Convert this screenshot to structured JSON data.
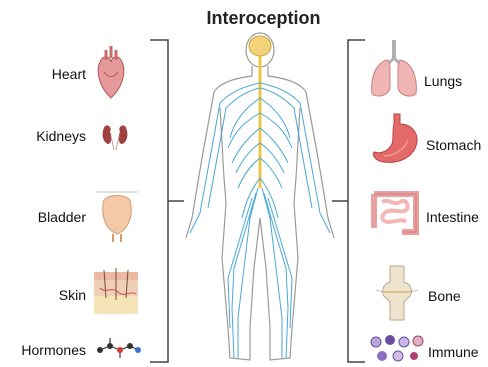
{
  "title": "Interoception",
  "left_organs": [
    {
      "label": "Heart",
      "icon": "heart-icon"
    },
    {
      "label": "Kidneys",
      "icon": "kidneys-icon"
    },
    {
      "label": "Bladder",
      "icon": "bladder-icon"
    },
    {
      "label": "Skin",
      "icon": "skin-icon"
    },
    {
      "label": "Hormones",
      "icon": "hormone-molecule-icon"
    }
  ],
  "right_organs": [
    {
      "label": "Lungs",
      "icon": "lungs-icon"
    },
    {
      "label": "Stomach",
      "icon": "stomach-icon"
    },
    {
      "label": "Intestine",
      "icon": "intestine-icon"
    },
    {
      "label": "Bone",
      "icon": "bone-icon"
    },
    {
      "label": "Immune",
      "icon": "immune-cells-icon"
    }
  ],
  "colors": {
    "nerves": "#4aa7d6",
    "spine": "#e8c74a",
    "body_outline": "#8a8a8a",
    "organ_red": "#d96b6b",
    "bracket": "#444444"
  }
}
